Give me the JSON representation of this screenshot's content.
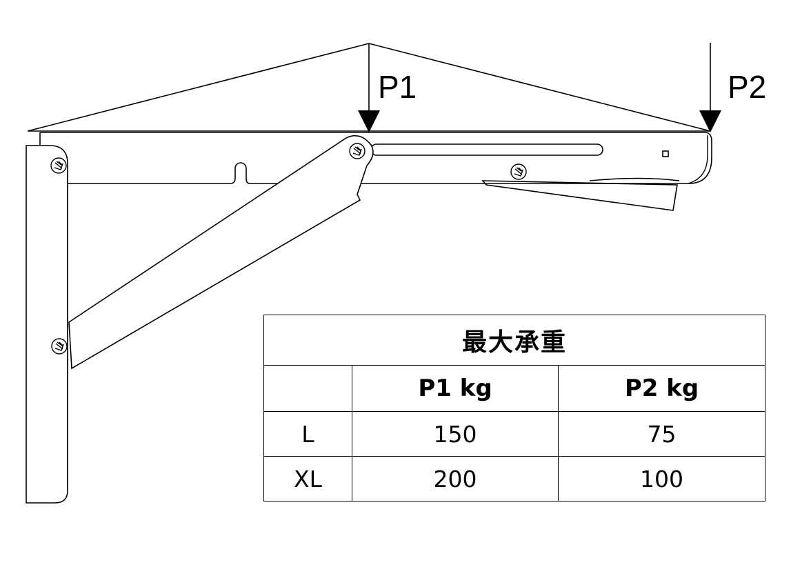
{
  "loads": {
    "p1_label": "P1",
    "p2_label": "P2"
  },
  "table": {
    "title": "最大承重",
    "columns": [
      "",
      "P1 kg",
      "P2 kg"
    ],
    "rows": [
      {
        "size": "L",
        "p1": "150",
        "p2": "75"
      },
      {
        "size": "XL",
        "p1": "200",
        "p2": "100"
      }
    ]
  },
  "colors": {
    "line": "#000000",
    "background": "#ffffff"
  }
}
